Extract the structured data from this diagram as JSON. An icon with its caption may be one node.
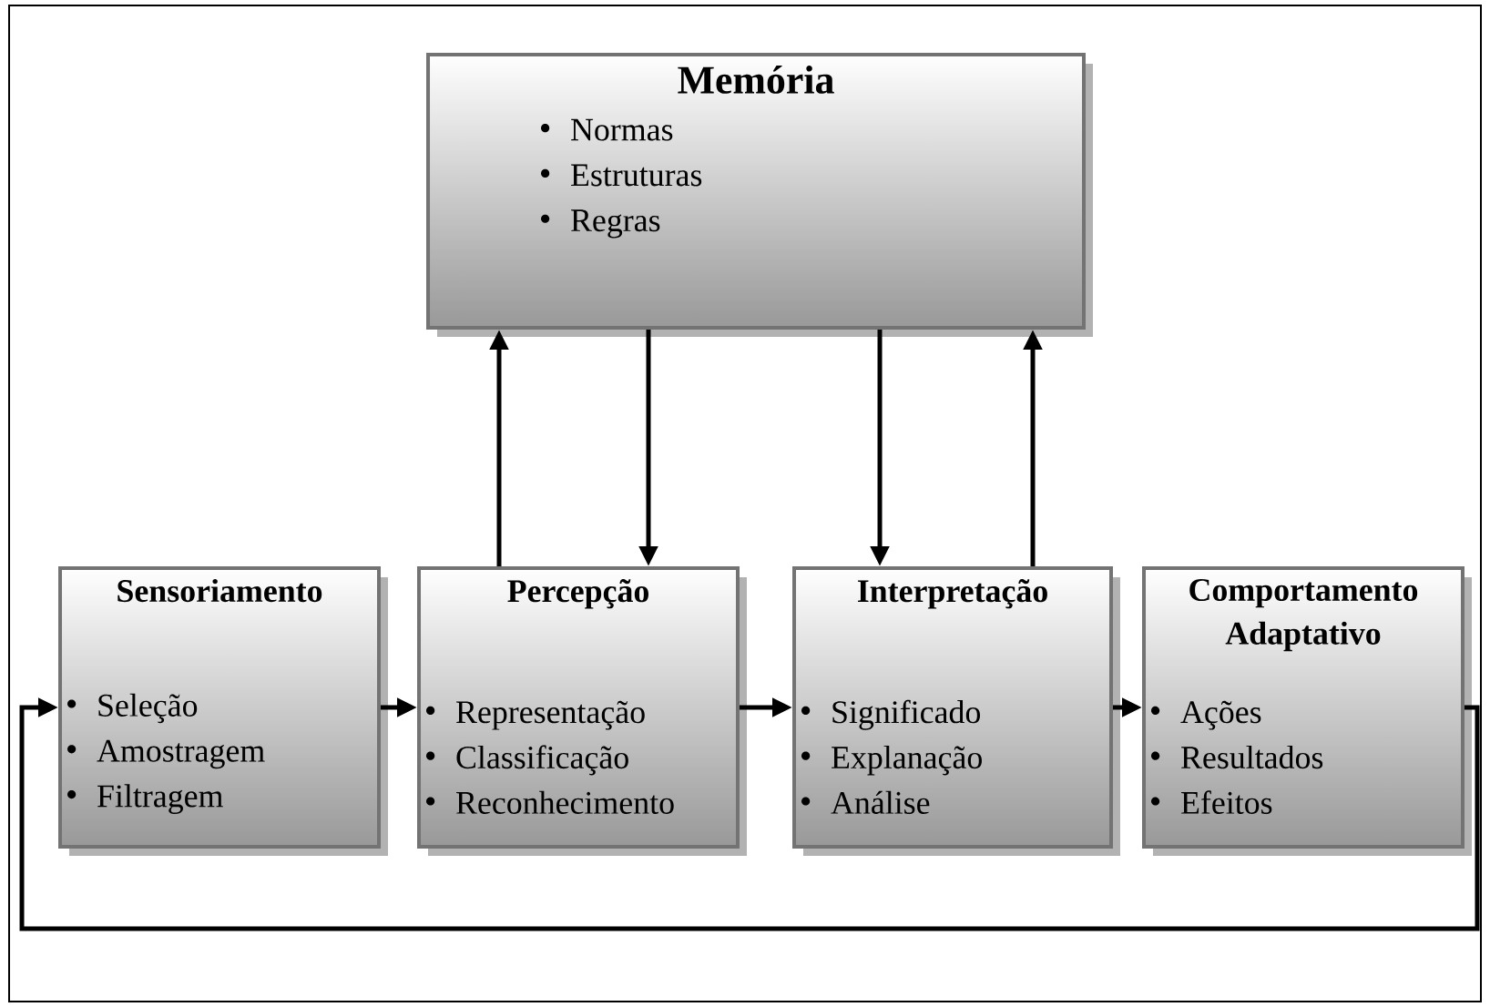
{
  "diagram": {
    "nodes": [
      {
        "text": [
          "Memória",
          "Normas",
          "Estruturas",
          "Regras"
        ]
      },
      {
        "text": [
          "Sensoriamento",
          "Seleção",
          "Amostragem",
          "Filtragem"
        ]
      },
      {
        "text": [
          "Percepção",
          "Representação",
          "Classificação",
          "Reconhecimento"
        ]
      },
      {
        "text": [
          "Interpretação",
          "Significado",
          "Explanação",
          "Análise"
        ]
      },
      {
        "text": [
          "Comportamento Adaptativo",
          "Ações",
          "Resultados",
          "Efeitos"
        ]
      }
    ],
    "edges": [
      {
        "from": 2,
        "to": 0,
        "arrow": "to"
      },
      {
        "from": 0,
        "to": 2,
        "arrow": "to"
      },
      {
        "from": 0,
        "to": 3,
        "arrow": "to"
      },
      {
        "from": 3,
        "to": 0,
        "arrow": "to"
      },
      {
        "from": 1,
        "to": 2,
        "arrow": "to"
      },
      {
        "from": 2,
        "to": 3,
        "arrow": "to"
      },
      {
        "from": 3,
        "to": 4,
        "arrow": "to"
      },
      {
        "from": 4,
        "to": 1,
        "arrow": "to"
      }
    ]
  }
}
